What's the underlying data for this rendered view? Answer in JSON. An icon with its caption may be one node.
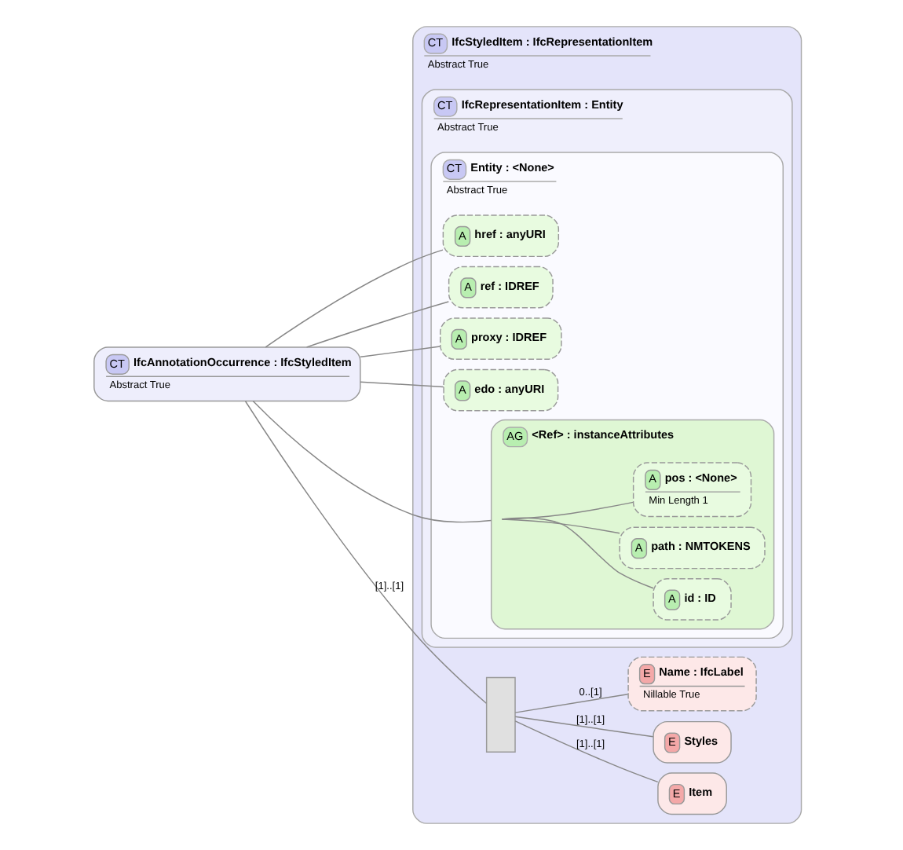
{
  "diagram": {
    "nodes": [
      {
        "text": [
          "CT",
          "IfcAnnotationOccurrence : IfcStyledItem",
          "Abstract True"
        ]
      },
      {
        "text": [
          "CT",
          "IfcStyledItem : IfcRepresentationItem",
          "Abstract True"
        ]
      },
      {
        "text": [
          "CT",
          "IfcRepresentationItem : Entity",
          "Abstract True"
        ],
        "in": 1
      },
      {
        "text": [
          "CT",
          "Entity : <None>",
          "Abstract True"
        ],
        "in": 2
      },
      {
        "text": [
          "A",
          "href : anyURI"
        ],
        "in": 3
      },
      {
        "text": [
          "A",
          "ref : IDREF"
        ],
        "in": 3
      },
      {
        "text": [
          "A",
          "proxy : IDREF"
        ],
        "in": 3
      },
      {
        "text": [
          "A",
          "edo : anyURI"
        ],
        "in": 3
      },
      {
        "text": [
          "AG",
          "<Ref> : instanceAttributes"
        ],
        "in": 3
      },
      {
        "text": [
          "A",
          "id : ID"
        ],
        "in": 8
      },
      {
        "text": [
          "A",
          "path : NMTOKENS"
        ],
        "in": 8
      },
      {
        "text": [
          "A",
          "pos : <None>",
          "Min Length 1"
        ],
        "in": 8
      },
      {
        "text": [],
        "shape": "box",
        "in": 1
      },
      {
        "text": [
          "E",
          "Item"
        ],
        "in": 1
      },
      {
        "text": [
          "E",
          "Styles"
        ],
        "in": 1
      },
      {
        "text": [
          "E",
          "Name : IfcLabel",
          "Nillable True"
        ],
        "in": 1
      }
    ],
    "edges": [
      {
        "from": 0,
        "to": 4,
        "arrow": "none"
      },
      {
        "from": 0,
        "to": 5,
        "arrow": "none"
      },
      {
        "from": 0,
        "to": 6,
        "arrow": "none"
      },
      {
        "from": 0,
        "to": 7,
        "arrow": "none"
      },
      {
        "from": 0,
        "to": 8,
        "arrow": "none"
      },
      {
        "from": 8,
        "to": 9,
        "arrow": "none"
      },
      {
        "from": 8,
        "to": 10,
        "arrow": "none"
      },
      {
        "from": 8,
        "to": 11,
        "arrow": "none"
      },
      {
        "from": 0,
        "to": 12,
        "arrow": "none",
        "label": "[1]..[1]"
      },
      {
        "from": 12,
        "to": 13,
        "arrow": "none",
        "label": "[1]..[1]"
      },
      {
        "from": 12,
        "to": 14,
        "arrow": "none",
        "label": "[1]..[1]"
      },
      {
        "from": 12,
        "to": 15,
        "arrow": "none",
        "label": "0..[1]"
      }
    ]
  }
}
